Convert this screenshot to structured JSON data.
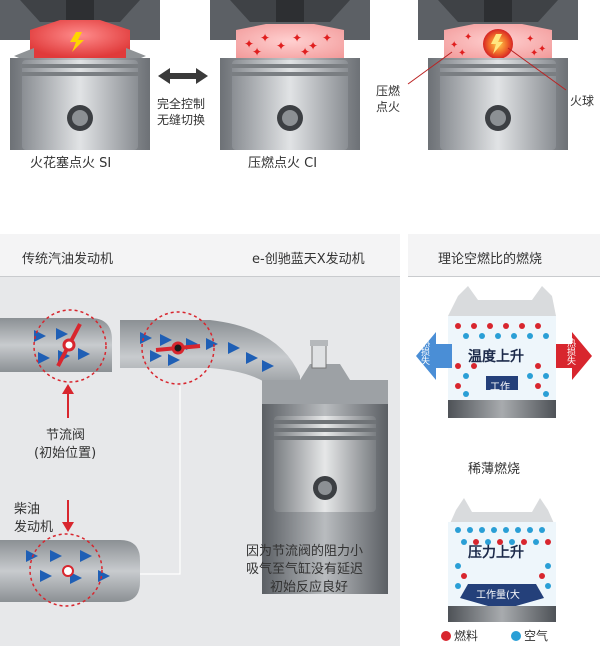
{
  "top": {
    "engine_si_label": "火花塞点火 SI",
    "engine_ci_label": "压燃点火 CI",
    "switch_label_line1": "完全控制",
    "switch_label_line2": "无缝切换",
    "compression_label_line1": "压燃",
    "compression_label_line2": "点火",
    "fireball_label": "火球"
  },
  "lower": {
    "gasoline_header": "传统汽油发动机",
    "skyactiv_header": "e-创驰蓝天X发动机",
    "throttle_label_line1": "节流阀",
    "throttle_label_line2": "(初始位置)",
    "diesel_label_line1": "柴油",
    "diesel_label_line2": "发动机",
    "note_line1": "因为节流阀的阻力小",
    "note_line2": "吸气至气缸没有延迟",
    "note_line3": "初始反应良好"
  },
  "side": {
    "theory_header": "理论空燃比的燃烧",
    "temp_rise": "温度上升",
    "work_small": "工作",
    "heat_loss_left": "热损失",
    "heat_loss_right": "热损失",
    "lean_header": "稀薄燃烧",
    "pressure_rise": "压力上升",
    "work_large": "工作量(大",
    "legend_fuel": "燃料",
    "legend_air": "空气"
  },
  "colors": {
    "fuel": "#d8262e",
    "air": "#2a9fd6",
    "arrow": "#1f5fb5",
    "metal": "#9ea3a8"
  }
}
